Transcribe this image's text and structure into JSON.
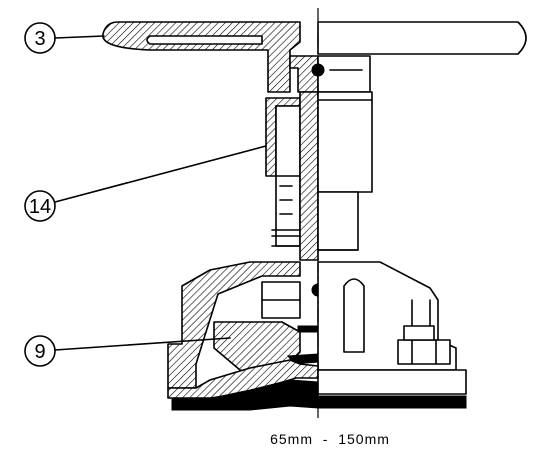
{
  "callouts": {
    "c3": "3",
    "c14": "14",
    "c9": "9"
  },
  "caption": "65mm  -  150mm",
  "colors": {
    "line": "#000000",
    "background": "#ffffff"
  }
}
